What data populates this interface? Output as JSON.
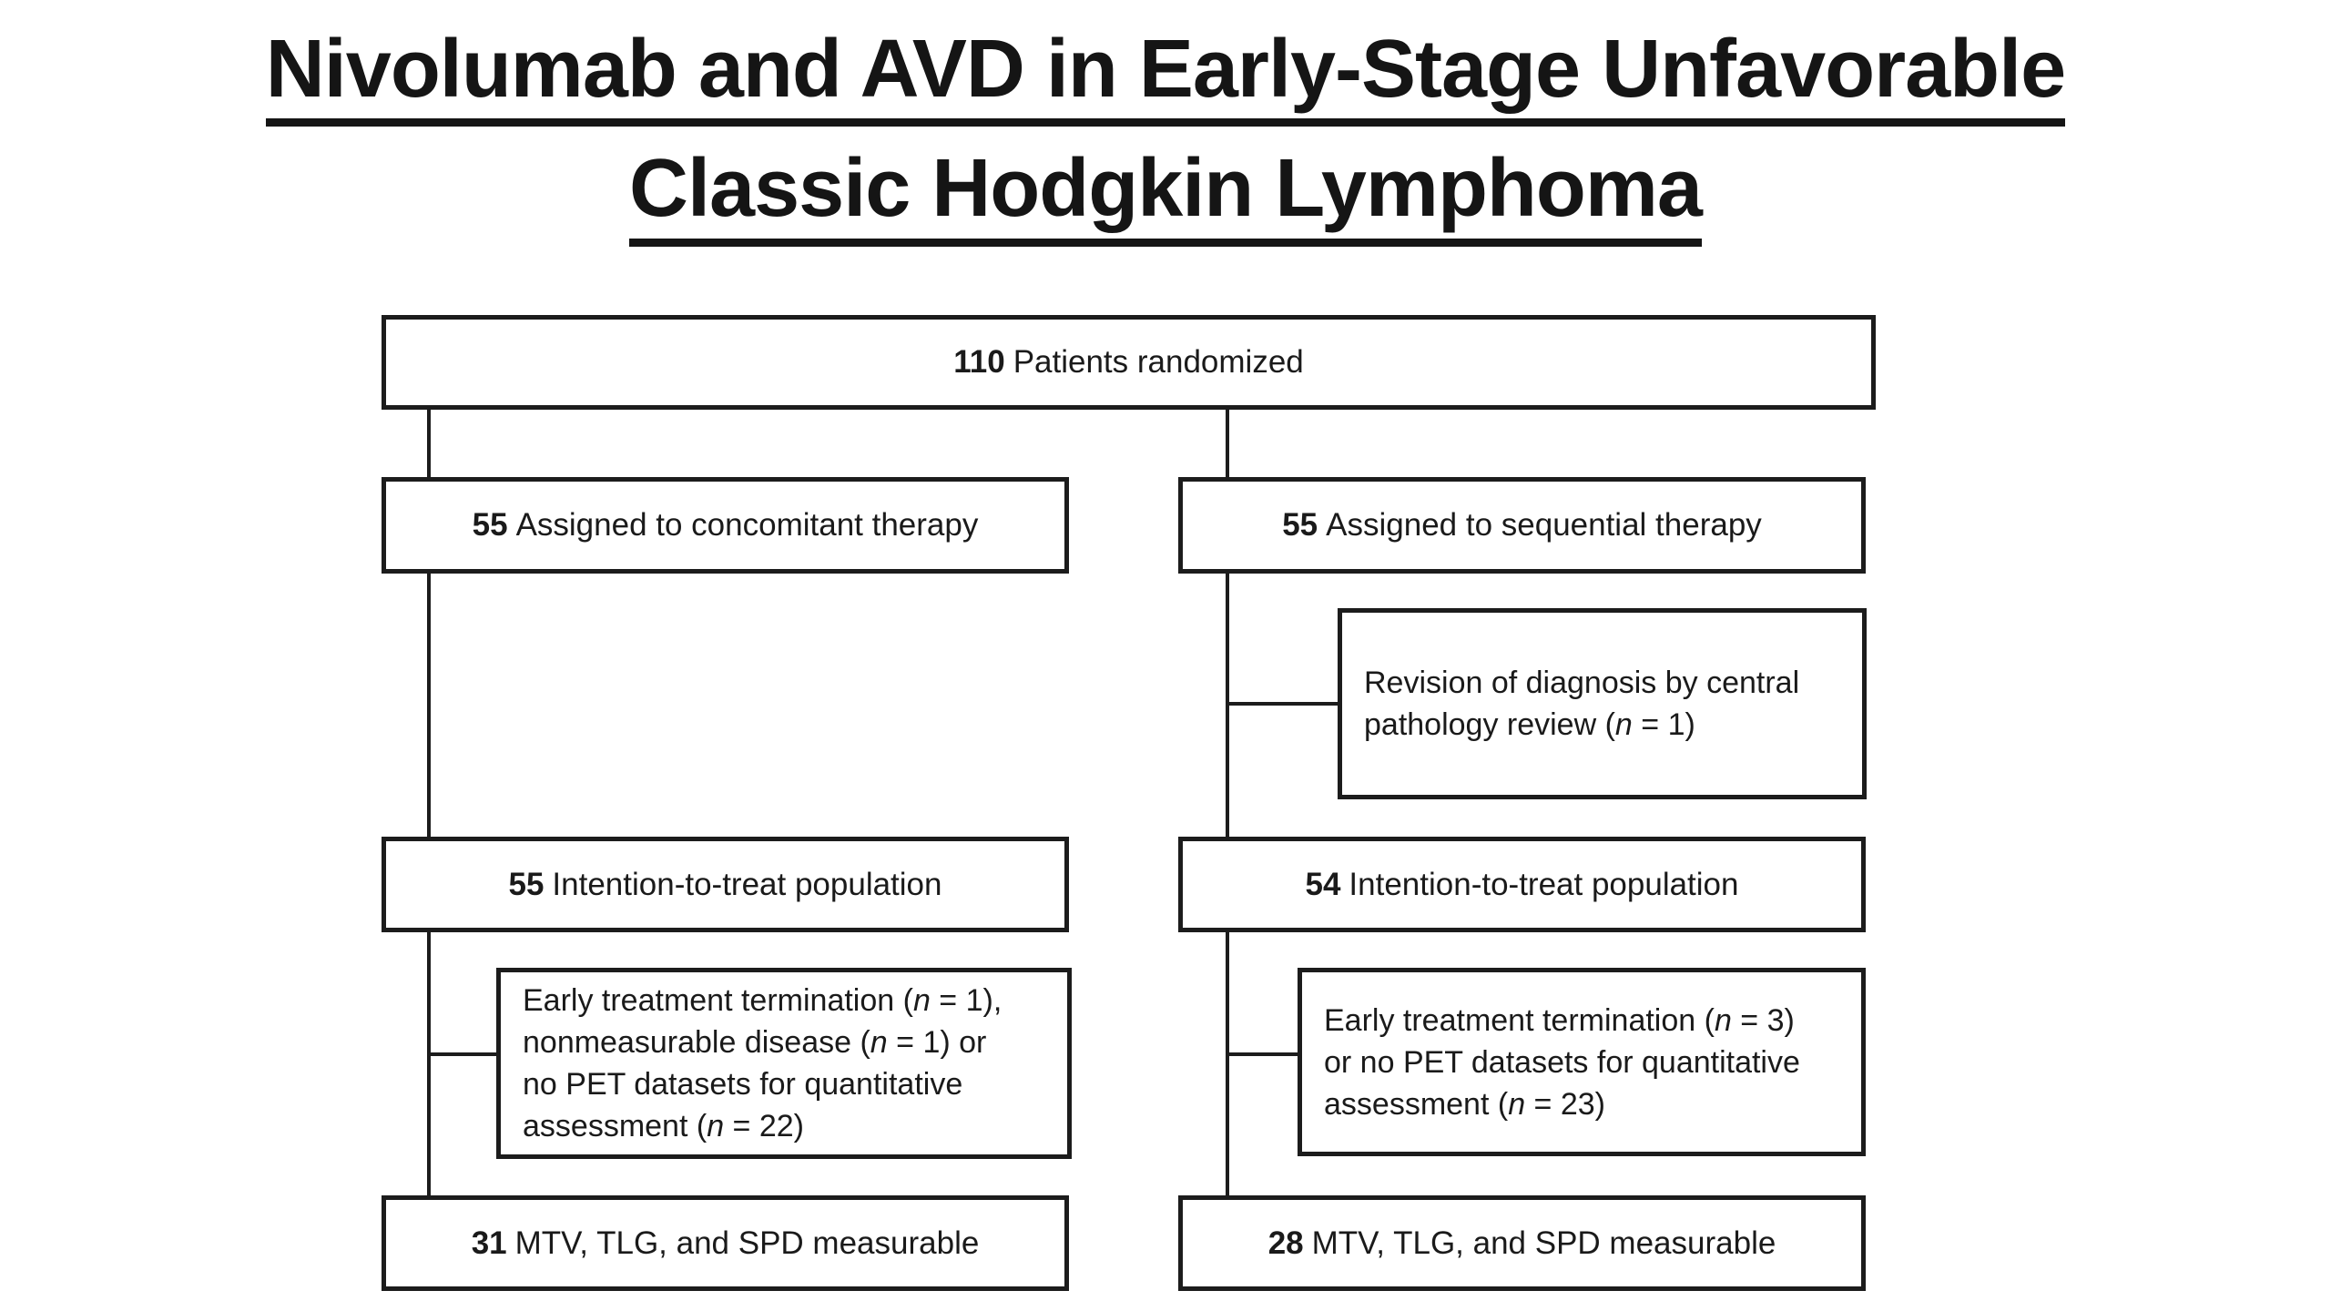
{
  "page": {
    "background": "#ffffff",
    "line_color": "#1c1c1c",
    "text_color": "#1a1a1a"
  },
  "title": {
    "line1": "Nivolumab and AVD in Early-Stage Unfavorable",
    "line2": "Classic Hodgkin Lymphoma"
  },
  "flow": {
    "randomized": {
      "count": "110",
      "label": "Patients randomized"
    },
    "left_arm": {
      "assigned": {
        "count": "55",
        "label": "Assigned to concomitant therapy"
      },
      "itt": {
        "count": "55",
        "label": "Intention-to-treat population"
      },
      "excluded_lines": [
        "Early treatment termination (n = 1),",
        "nonmeasurable disease (n = 1) or",
        "no PET datasets for quantitative",
        "assessment (n = 22)"
      ],
      "measurable": {
        "count": "31",
        "label": "MTV, TLG, and SPD measurable"
      }
    },
    "right_arm": {
      "assigned": {
        "count": "55",
        "label": "Assigned to sequential therapy"
      },
      "revision_lines": [
        "Revision of diagnosis by central",
        "pathology review (n = 1)"
      ],
      "itt": {
        "count": "54",
        "label": "Intention-to-treat population"
      },
      "excluded_lines": [
        "Early treatment termination (n = 3)",
        "or no PET datasets for quantitative",
        "assessment (n = 23)"
      ],
      "measurable": {
        "count": "28",
        "label": "MTV, TLG, and SPD measurable"
      }
    }
  }
}
